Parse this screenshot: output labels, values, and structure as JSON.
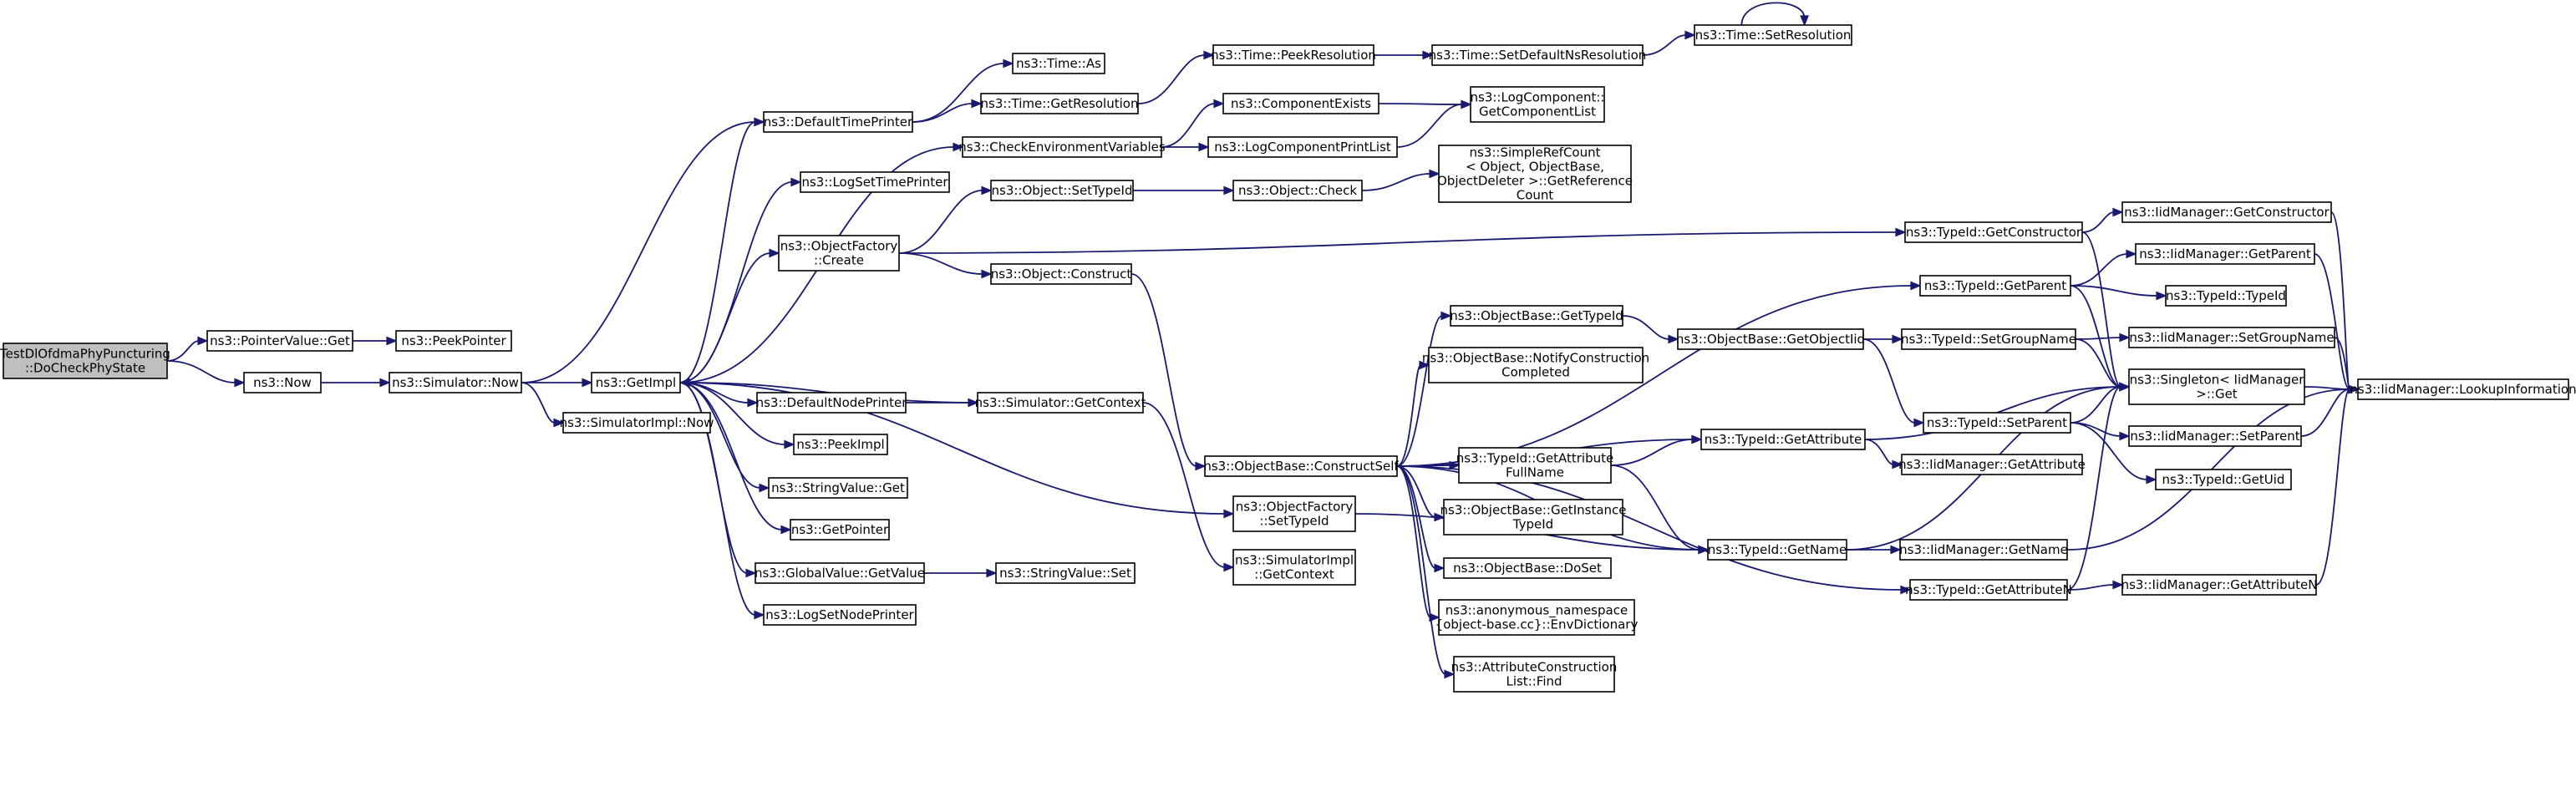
{
  "title": "",
  "colors": {
    "edge": "#191970",
    "node_border": "#000000",
    "root_fill": "#bfbfbf",
    "node_fill": "#ffffff"
  },
  "nodes": {
    "root": [
      "TestDlOfdmaPhyPuncturing",
      "::DoCheckPhyState"
    ],
    "pvget": [
      "ns3::PointerValue::Get"
    ],
    "peekptr": [
      "ns3::PeekPointer"
    ],
    "now": [
      "ns3::Now"
    ],
    "simnow": [
      "ns3::Simulator::Now"
    ],
    "getimpl": [
      "ns3::GetImpl"
    ],
    "simimplnow": [
      "ns3::SimulatorImpl::Now"
    ],
    "deftp": [
      "ns3::DefaultTimePrinter"
    ],
    "timeas": [
      "ns3::Time::As"
    ],
    "getres": [
      "ns3::Time::GetResolution"
    ],
    "peekres": [
      "ns3::Time::PeekResolution"
    ],
    "setdefns": [
      "ns3::Time::SetDefaultNsResolution"
    ],
    "setres": [
      "ns3::Time::SetResolution"
    ],
    "checkenv": [
      "ns3::CheckEnvironmentVariables"
    ],
    "compexists": [
      "ns3::ComponentExists"
    ],
    "logcomplist": [
      "ns3::LogComponent::",
      "GetComponentList"
    ],
    "logprintlist": [
      "ns3::LogComponentPrintList"
    ],
    "logsettp": [
      "ns3::LogSetTimePrinter"
    ],
    "objsettid": [
      "ns3::Object::SetTypeId"
    ],
    "objcheck": [
      "ns3::Object::Check"
    ],
    "simpleref": [
      "ns3::SimpleRefCount",
      "< Object, ObjectBase,",
      "ObjectDeleter >::GetReference",
      "Count"
    ],
    "objfcreate": [
      "ns3::ObjectFactory",
      "::Create"
    ],
    "tidgetctor": [
      "ns3::TypeId::GetConstructor"
    ],
    "iidgetctor": [
      "ns3::IidManager::GetConstructor"
    ],
    "objconstruct": [
      "ns3::Object::Construct"
    ],
    "tidgetparent": [
      "ns3::TypeId::GetParent"
    ],
    "iidgetparent": [
      "ns3::IidManager::GetParent"
    ],
    "tidtid": [
      "ns3::TypeId::TypeId"
    ],
    "obgettid": [
      "ns3::ObjectBase::GetTypeId"
    ],
    "obgetoid": [
      "ns3::ObjectBase::GetObjectIid"
    ],
    "tidsetgroup": [
      "ns3::TypeId::SetGroupName"
    ],
    "iidsetgroup": [
      "ns3::IidManager::SetGroupName"
    ],
    "obnotify": [
      "ns3::ObjectBase::NotifyConstruction",
      "Completed"
    ],
    "singleton": [
      "ns3::Singleton< IidManager",
      ">::Get"
    ],
    "lookup": [
      "ns3::IidManager::LookupInformation"
    ],
    "defnp": [
      "ns3::DefaultNodePrinter"
    ],
    "simgetctx": [
      "ns3::Simulator::GetContext"
    ],
    "tidsetparent": [
      "ns3::TypeId::SetParent"
    ],
    "iidsetparent": [
      "ns3::IidManager::SetParent"
    ],
    "peekimpl": [
      "ns3::PeekImpl"
    ],
    "obcs": [
      "ns3::ObjectBase::ConstructSelf"
    ],
    "tidgetattrfn": [
      "ns3::TypeId::GetAttribute",
      "FullName"
    ],
    "tidgetattr": [
      "ns3::TypeId::GetAttribute"
    ],
    "iidgetattr": [
      "ns3::IidManager::GetAttribute"
    ],
    "tidgetuid": [
      "ns3::TypeId::GetUid"
    ],
    "svget": [
      "ns3::StringValue::Get"
    ],
    "objfsettid": [
      "ns3::ObjectFactory",
      "::SetTypeId"
    ],
    "obginst": [
      "ns3::ObjectBase::GetInstance",
      "TypeId"
    ],
    "getptr": [
      "ns3::GetPointer"
    ],
    "tidgetname": [
      "ns3::TypeId::GetName"
    ],
    "iidgetname": [
      "ns3::IidManager::GetName"
    ],
    "simimplctx": [
      "ns3::SimulatorImpl",
      "::GetContext"
    ],
    "gvget": [
      "ns3::GlobalValue::GetValue"
    ],
    "svset": [
      "ns3::StringValue::Set"
    ],
    "obdoset": [
      "ns3::ObjectBase::DoSet"
    ],
    "tidgetattrn": [
      "ns3::TypeId::GetAttributeN"
    ],
    "iidgetattrn": [
      "ns3::IidManager::GetAttributeN"
    ],
    "logsetnp": [
      "ns3::LogSetNodePrinter"
    ],
    "envdict": [
      "ns3::anonymous_namespace",
      "{object-base.cc}::EnvDictionary"
    ],
    "attrfind": [
      "ns3::AttributeConstruction",
      "List::Find"
    ]
  }
}
